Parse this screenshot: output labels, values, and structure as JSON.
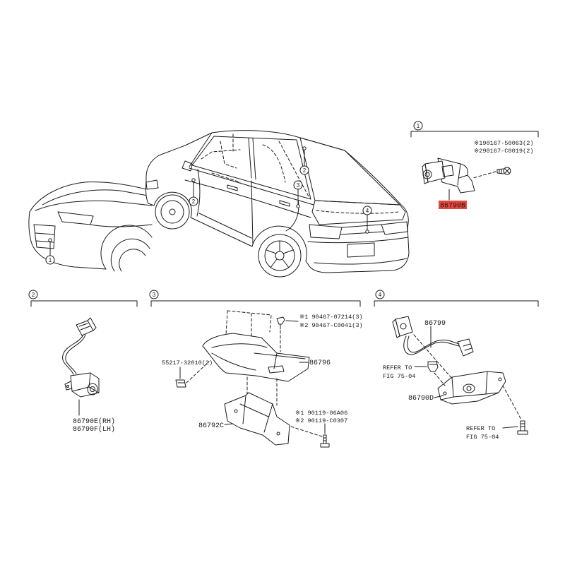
{
  "colors": {
    "line": "#1a1a1a",
    "highlight": "#e8473d",
    "background": "#ffffff"
  },
  "main_view": {
    "front_callout": "1",
    "callout_cabin_front": "2",
    "callout_cabin_rear": "2",
    "callout_trunk_inner": "3",
    "callout_trunk_lid": "4"
  },
  "section_1": {
    "number": "1",
    "screw_note_1": "※190167-50063(2)",
    "screw_note_2": "※290167-C0019(2)",
    "camera_part": "86790B"
  },
  "section_2": {
    "number": "2",
    "camera_part_rh": "86790E(RH)",
    "camera_part_lh": "86790F(LH)"
  },
  "section_3": {
    "number": "3",
    "clip_note_1": "※1 90467-07214(3)",
    "clip_note_2": "※2 90467-C0041(3)",
    "trim_part": "86796",
    "retainer_part": "55217-32010(2)",
    "bracket_part": "86792C",
    "bolt_note_1": "※1 90119-06A06",
    "bolt_note_2": "※2 90119-C0307"
  },
  "section_4": {
    "number": "4",
    "camera_part": "86799",
    "refer_1": "REFER TO",
    "fig_1": "FIG 75-04",
    "cover_part": "86790D",
    "refer_2": "REFER TO",
    "fig_2": "FIG 75-04"
  }
}
